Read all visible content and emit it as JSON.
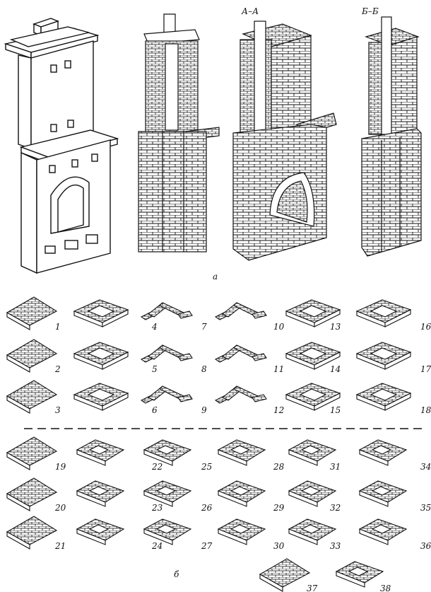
{
  "section_labels": {
    "top": "а",
    "bottom": "б"
  },
  "view_labels": {
    "section_aa": "А–А",
    "section_bb": "Б–Б"
  },
  "rows": [
    {
      "id": "row1",
      "numbers": [
        "1",
        "4",
        "7",
        "10",
        "13",
        "16"
      ]
    },
    {
      "id": "row2",
      "numbers": [
        "2",
        "5",
        "8",
        "11",
        "14",
        "17"
      ]
    },
    {
      "id": "row3",
      "numbers": [
        "3",
        "6",
        "9",
        "12",
        "15",
        "18"
      ]
    },
    {
      "id": "row4",
      "numbers": [
        "19",
        "22",
        "25",
        "28",
        "31",
        "34"
      ]
    },
    {
      "id": "row5",
      "numbers": [
        "20",
        "23",
        "26",
        "29",
        "32",
        "35"
      ]
    },
    {
      "id": "row6",
      "numbers": [
        "21",
        "24",
        "27",
        "30",
        "33",
        "36"
      ]
    },
    {
      "id": "row7",
      "numbers": [
        "37",
        "38"
      ]
    }
  ],
  "colors": {
    "ink": "#111111",
    "paper": "#ffffff"
  }
}
